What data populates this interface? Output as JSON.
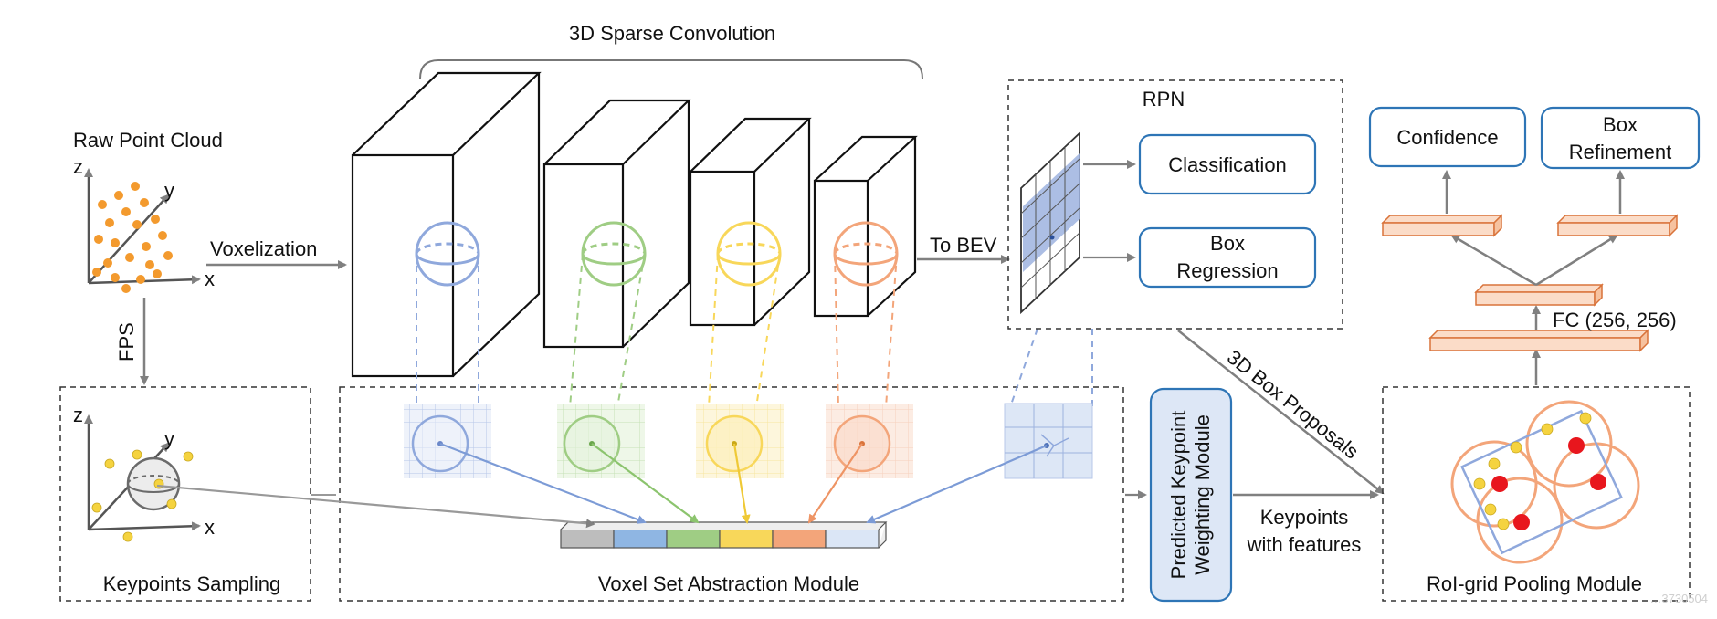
{
  "labels": {
    "sparse_conv": "3D Sparse Convolution",
    "raw_point_cloud": "Raw Point Cloud",
    "voxelization": "Voxelization",
    "fps": "FPS",
    "to_bev": "To BEV",
    "rpn": "RPN",
    "classification": "Classification",
    "box_regression_1": "Box",
    "box_regression_2": "Regression",
    "confidence": "Confidence",
    "box_refinement_1": "Box",
    "box_refinement_2": "Refinement",
    "fc": "FC (256, 256)",
    "proposals": "3D Box Proposals",
    "keypoints_sampling": "Keypoints Sampling",
    "vsa_module": "Voxel Set Abstraction Module",
    "pkw_1": "Predicted Keypoint",
    "pkw_2": "Weighting Module",
    "kp_features_1": "Keypoints",
    "kp_features_2": "with features",
    "roi_grid": "RoI-grid Pooling Module",
    "axis_x": "x",
    "axis_y": "y",
    "axis_z": "z",
    "watermark": "…3730504"
  },
  "colors": {
    "blue": "#8fa8dc",
    "green": "#9fcd84",
    "yellow": "#f8d75a",
    "orange": "#f3a57a",
    "gray_feat": "#bdbdbd",
    "module_border": "#2e75b6",
    "fc_fill": "#fbdcc8",
    "fc_border": "#d9733a",
    "point_orange": "#f39a2e",
    "point_yellow": "#f5d33f",
    "roi_red": "#e8161d"
  }
}
